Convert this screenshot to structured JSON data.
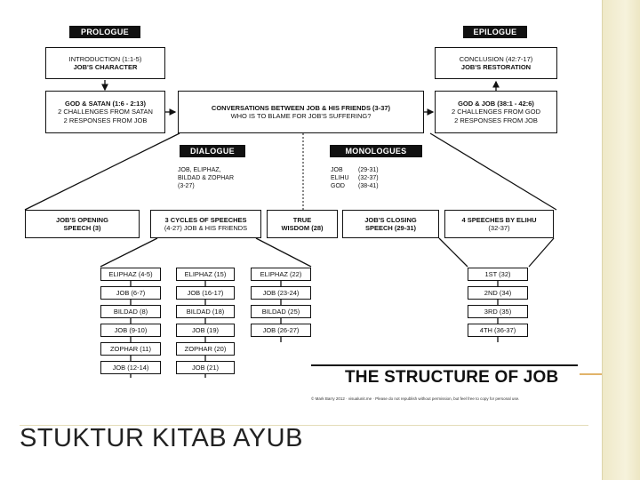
{
  "slide": {
    "title": "STUKTUR KITAB AYUB"
  },
  "diagram": {
    "heading": "THE STRUCTURE OF JOB",
    "copyright": "© Mark Barry 2012 · visualunit.me · Please do not republish without permission, but feel free to copy for personal use.",
    "tags": {
      "prologue": "PROLOGUE",
      "epilogue": "EPILOGUE",
      "dialogue": "DIALOGUE",
      "monologues": "MONOLOGUES"
    },
    "introduction": {
      "line1": "INTRODUCTION (1:1-5)",
      "line2": "JOB'S CHARACTER"
    },
    "conclusion": {
      "line1": "CONCLUSION (42:7-17)",
      "line2": "JOB'S RESTORATION"
    },
    "god_satan": {
      "line1": "GOD & SATAN (1:6 - 2:13)",
      "line2": "2 CHALLENGES FROM SATAN",
      "line3": "2 RESPONSES FROM JOB"
    },
    "god_job": {
      "line1": "GOD & JOB (38:1 - 42:6)",
      "line2": "2 CHALLENGES FROM GOD",
      "line3": "2 RESPONSES FROM JOB"
    },
    "conversations": {
      "line1": "CONVERSATIONS BETWEEN JOB & HIS FRIENDS (3-37)",
      "line2": "WHO IS TO BLAME FOR JOB'S SUFFERING?"
    },
    "dialogue_note": [
      "JOB, ELIPHAZ,",
      "BILDAD & ZOPHAR",
      "(3-27)"
    ],
    "monologues_note": [
      {
        "name": "JOB",
        "ref": "(29-31)"
      },
      {
        "name": "ELIHU",
        "ref": "(32-37)"
      },
      {
        "name": "GOD",
        "ref": "(38-41)"
      }
    ],
    "sections": {
      "opening": {
        "line1": "JOB'S OPENING",
        "line2": "SPEECH (3)"
      },
      "cycles": {
        "line1": "3 CYCLES OF SPEECHES",
        "line2": "(4-27) JOB & HIS FRIENDS"
      },
      "wisdom": {
        "line1": "TRUE",
        "line2": "WISDOM (28)"
      },
      "closing": {
        "line1": "JOB'S CLOSING",
        "line2": "SPEECH (29-31)"
      },
      "elihu": {
        "line1": "4 SPEECHES BY ELIHU",
        "line2": "(32-37)"
      }
    },
    "cycle1": [
      "ELIPHAZ (4-5)",
      "JOB (6-7)",
      "BILDAD (8)",
      "JOB (9-10)",
      "ZOPHAR (11)",
      "JOB (12-14)"
    ],
    "cycle2": [
      "ELIPHAZ (15)",
      "JOB (16-17)",
      "BILDAD (18)",
      "JOB (19)",
      "ZOPHAR (20)",
      "JOB (21)"
    ],
    "cycle3": [
      "ELIPHAZ (22)",
      "JOB (23-24)",
      "BILDAD (25)",
      "JOB (26-27)"
    ],
    "elihu_speeches": [
      "1ST (32)",
      "2ND (34)",
      "3RD (35)",
      "4TH (36-37)"
    ]
  }
}
